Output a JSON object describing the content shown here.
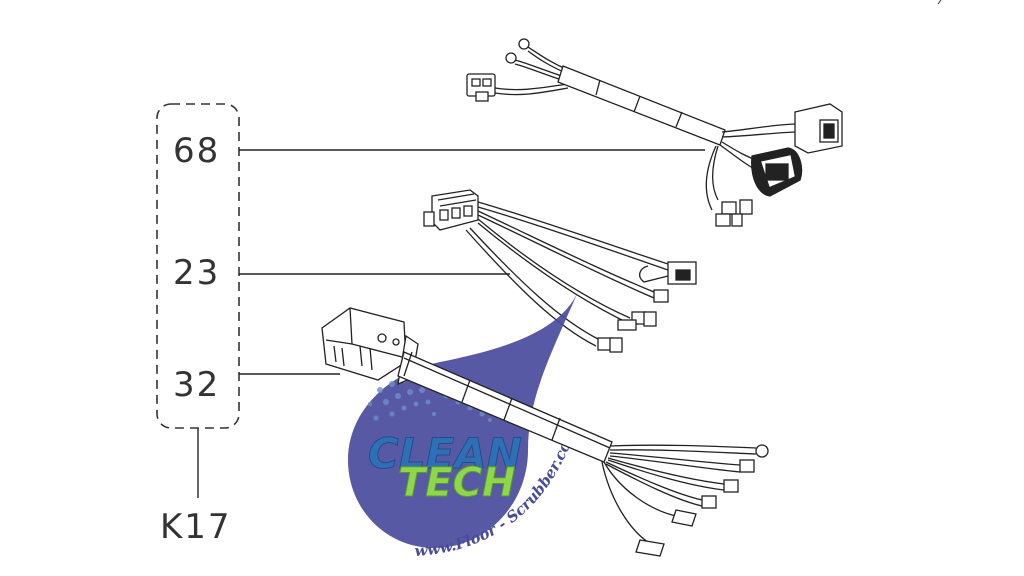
{
  "callouts": [
    {
      "part_number": "68"
    },
    {
      "part_number": "23"
    },
    {
      "part_number": "32"
    }
  ],
  "group_label": "K17",
  "watermark": {
    "line1": "CLEAN",
    "line2": "TECH",
    "url": "www.Floor - Scrubber.com",
    "colors": {
      "drop": "#4a4b9c",
      "clean": "#2f6fb6",
      "tech": "#8ed64a"
    }
  }
}
